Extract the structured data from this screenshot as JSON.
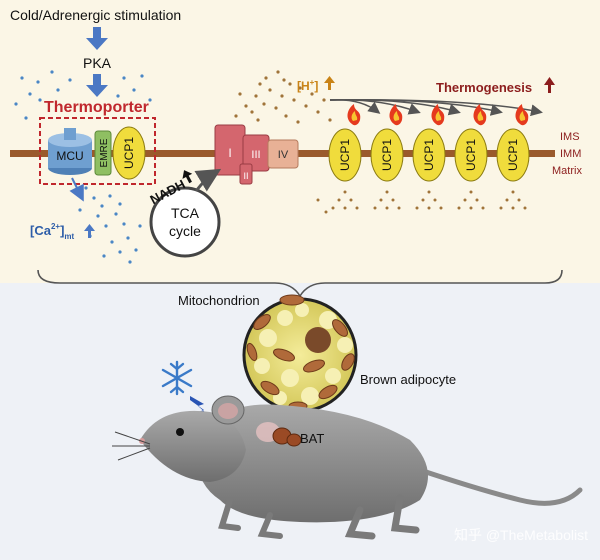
{
  "labels": {
    "stimulus": "Cold/Adrenergic stimulation",
    "pka": "PKA",
    "thermoporter": "Thermoporter",
    "mcu": "MCU",
    "emre": "EMRE",
    "ucp1": "UCP1",
    "complex_1": "I",
    "complex_2": "II",
    "complex_3": "III",
    "complex_4": "IV",
    "nadh": "NADH",
    "tca_line1": "TCA",
    "tca_line2": "cycle",
    "ca_main": "[Ca",
    "ca_sup": "2+",
    "ca_close": "]",
    "ca_sub": "mt",
    "h_open": "[H",
    "h_sup": "+",
    "h_close": "]",
    "thermogenesis": "Thermogenesis",
    "ims": "IMS",
    "imm": "IMM",
    "matrix": "Matrix",
    "mitochondrion": "Mitochondrion",
    "brown_adipocyte": "Brown adipocyte",
    "bat": "BAT",
    "watermark": "知乎 @TheMetabolist"
  },
  "colors": {
    "top_bg": "#fbf6e6",
    "bottom_bg": "#eef1f6",
    "membrane": "#9a5a2c",
    "ucp1_fill": "#f0dc3c",
    "mcu_fill": "#6f9fd0",
    "emre_fill": "#8fbf62",
    "complex_fill": "#d4666e",
    "complex4_fill": "#e8b196",
    "blue_text": "#2d5da8",
    "red_text": "#c0272d",
    "h_text": "#c98316",
    "dark_red_text": "#8c1d1d",
    "arrow_blue": "#4b78c4"
  },
  "icons": [
    "snowflake-icon",
    "lightning-icon",
    "flame-icon",
    "up-arrow-icon"
  ]
}
